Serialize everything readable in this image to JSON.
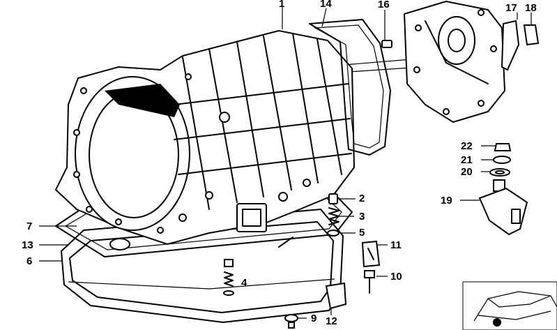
{
  "diagram": {
    "callouts": [
      "1",
      "14",
      "16",
      "17",
      "18",
      "22",
      "21",
      "20",
      "19",
      "2",
      "3",
      "5",
      "11",
      "10",
      "4",
      "9",
      "12",
      "7",
      "13",
      "6"
    ],
    "thumbnail": {
      "icon": "car-silhouette-icon"
    }
  }
}
